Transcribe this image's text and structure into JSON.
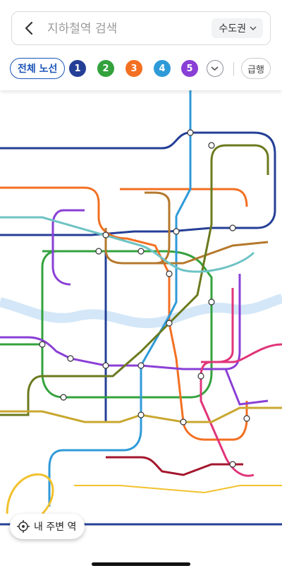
{
  "search": {
    "placeholder": "지하철역 검색"
  },
  "region": {
    "label": "수도권"
  },
  "line_filter": {
    "all_label": "전체 노선",
    "lines": [
      {
        "label": "1",
        "color": "#253f96"
      },
      {
        "label": "2",
        "color": "#33a23d"
      },
      {
        "label": "3",
        "color": "#f36f21"
      },
      {
        "label": "4",
        "color": "#2f9ad8"
      },
      {
        "label": "5",
        "color": "#8a3fd6"
      }
    ],
    "express_label": "급행"
  },
  "map": {
    "line_colors": {
      "line1": "#253f96",
      "line2": "#33a23d",
      "line3": "#f36f21",
      "line4": "#2f9ad8",
      "line5": "#8a3fd6",
      "line6": "#b5782c",
      "line7": "#6b7a1e",
      "line8": "#e0357a",
      "line9": "#c9a72f",
      "gyeongui": "#6ec3c4",
      "shinbundang": "#a3162d",
      "river": "#cfe5f7"
    }
  },
  "nearby": {
    "label": "내 주변 역"
  }
}
